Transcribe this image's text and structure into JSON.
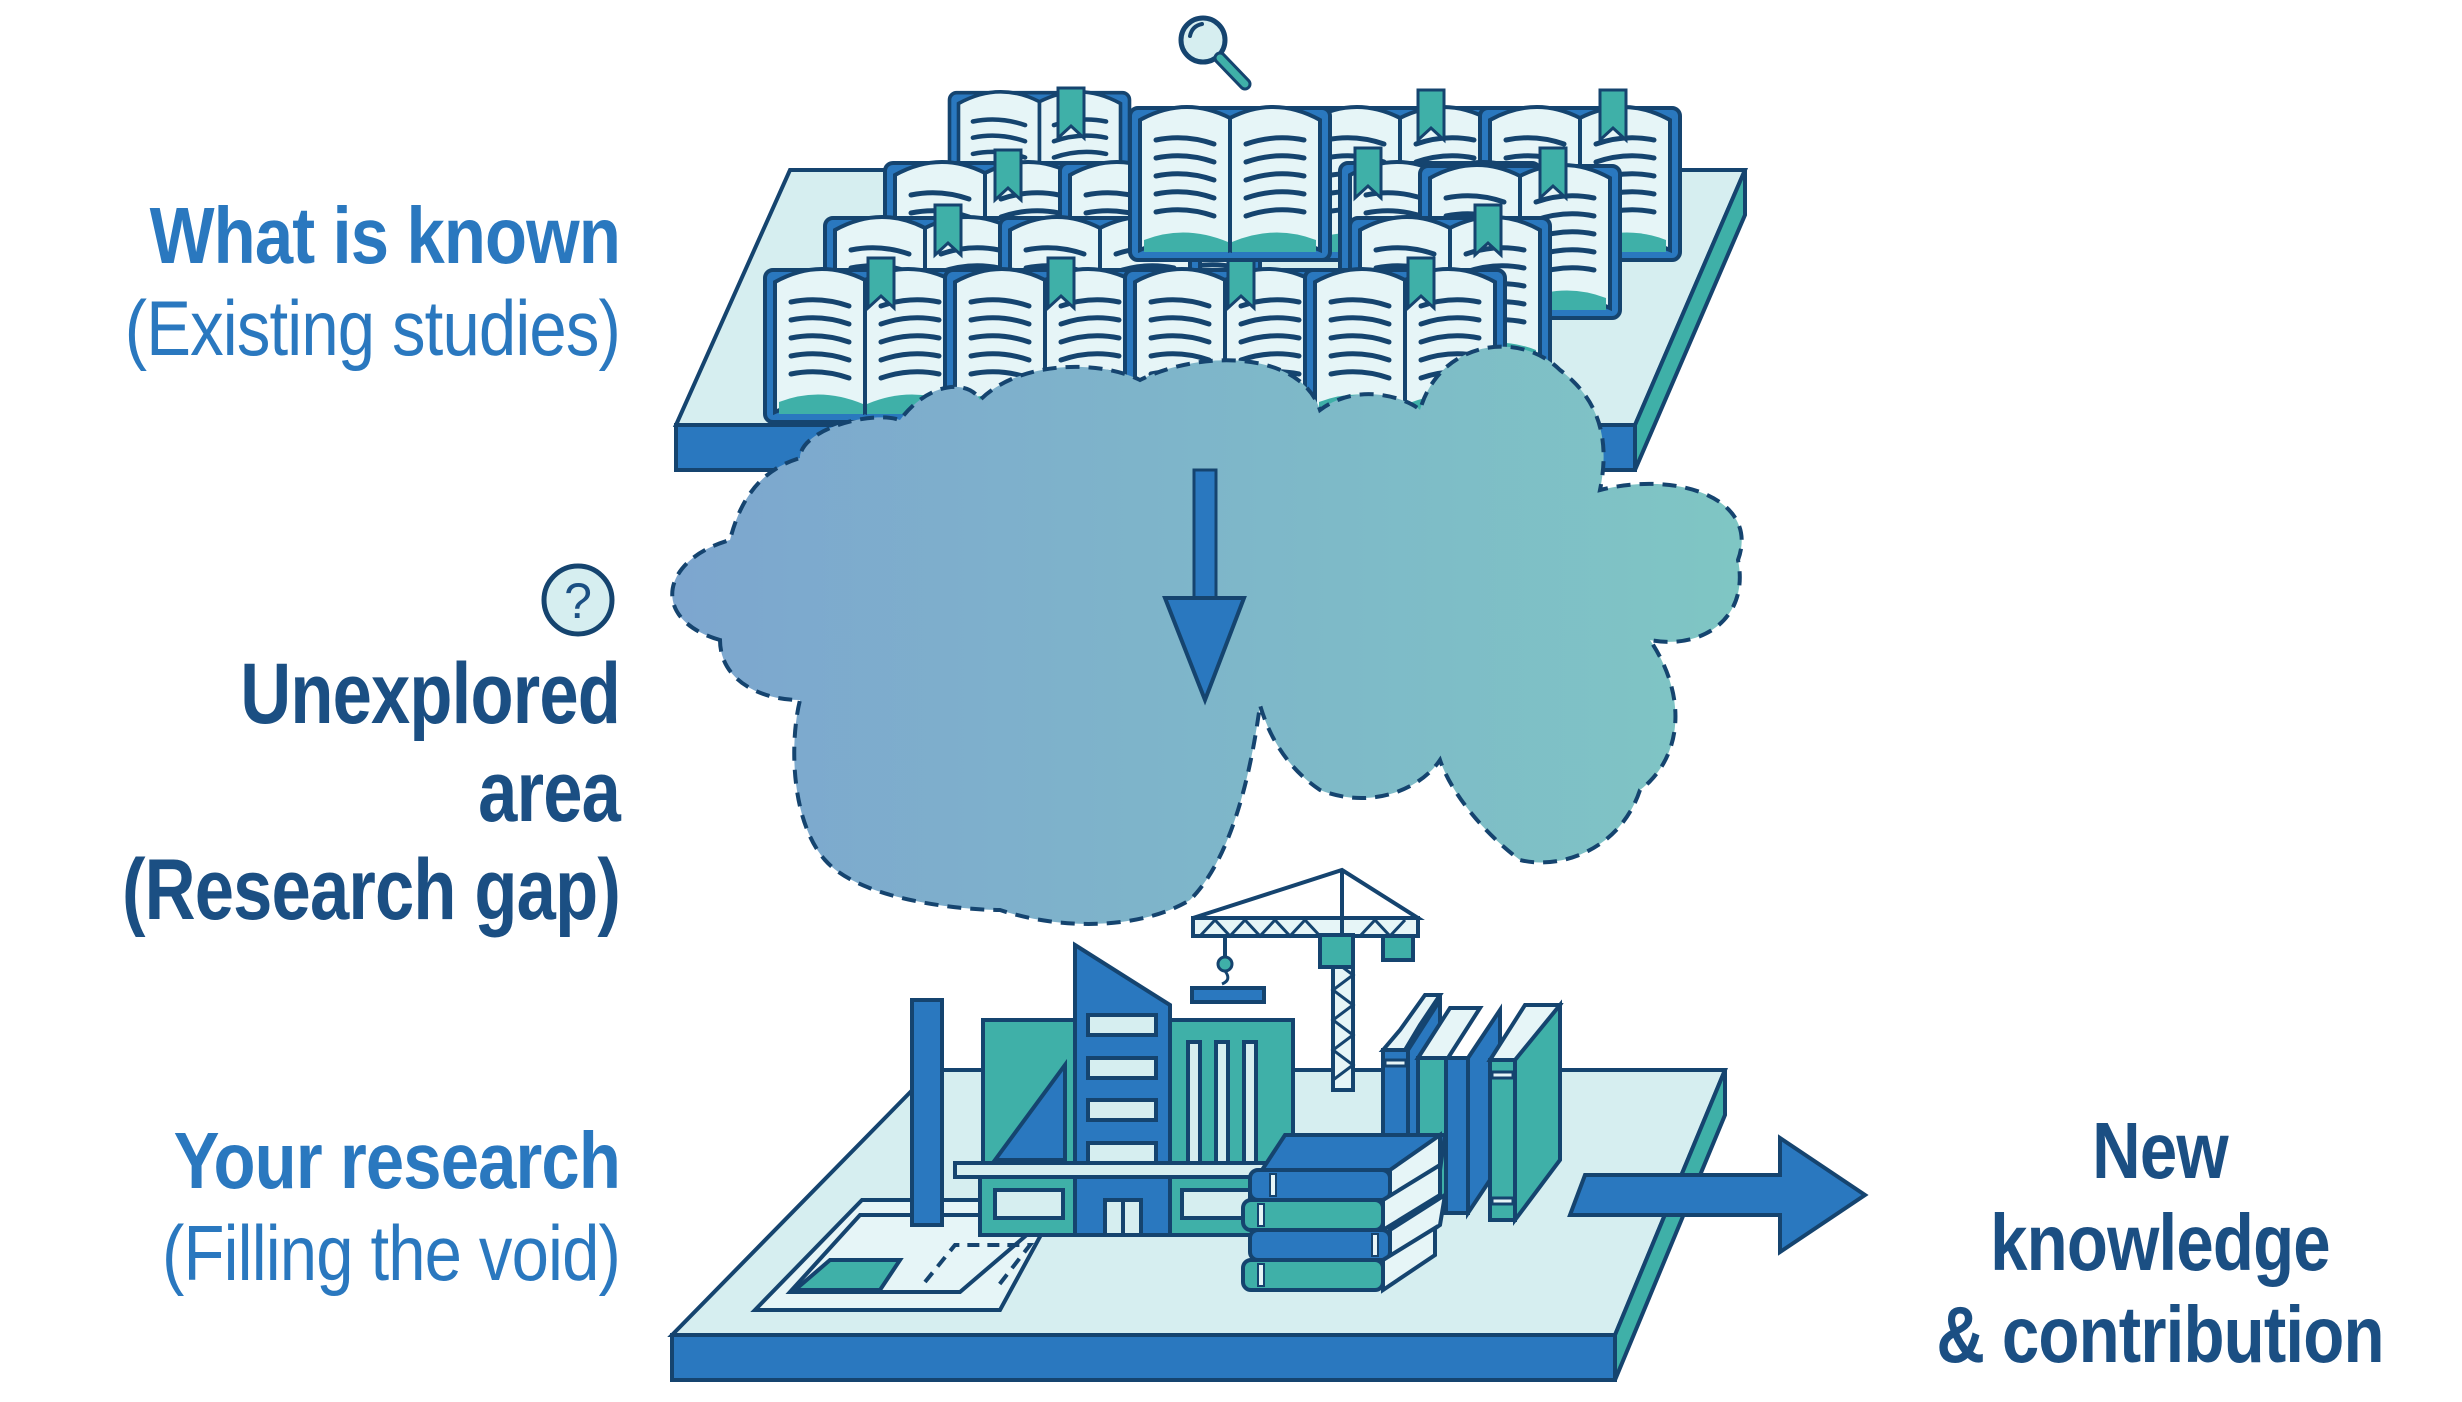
{
  "diagram": {
    "type": "isometric-concept-illustration",
    "palette": {
      "primary_blue": "#2a78bf",
      "dark_navy": "#1b4f83",
      "outline": "#15446f",
      "teal": "#3fb0a8",
      "pale_aqua": "#d6eef0",
      "cloud_left": "#80a8cf",
      "cloud_right": "#7fc2c4"
    }
  },
  "labels": {
    "known": {
      "title": "What is known",
      "subtitle": "(Existing studies)"
    },
    "gap": {
      "title": "Unexplored area",
      "subtitle": "(Research gap)"
    },
    "yours": {
      "title": "Your research",
      "subtitle": "(Filling the void)"
    },
    "outcome": {
      "title": "New knowledge",
      "subtitle": "& contribution"
    }
  },
  "icons": {
    "magnifier": "magnifying-glass-icon",
    "question": "question-mark-icon",
    "question_glyph": "?"
  },
  "elements": {
    "top_platform": "Platform of open books with bookmarks",
    "cloud": "Dashed-outline cloud representing the research gap",
    "down_arrow": "Arrow from existing studies into the gap",
    "bottom_platform": "Platform with buildings, crane, blueprint and books",
    "right_arrow": "Arrow pointing to new knowledge"
  }
}
